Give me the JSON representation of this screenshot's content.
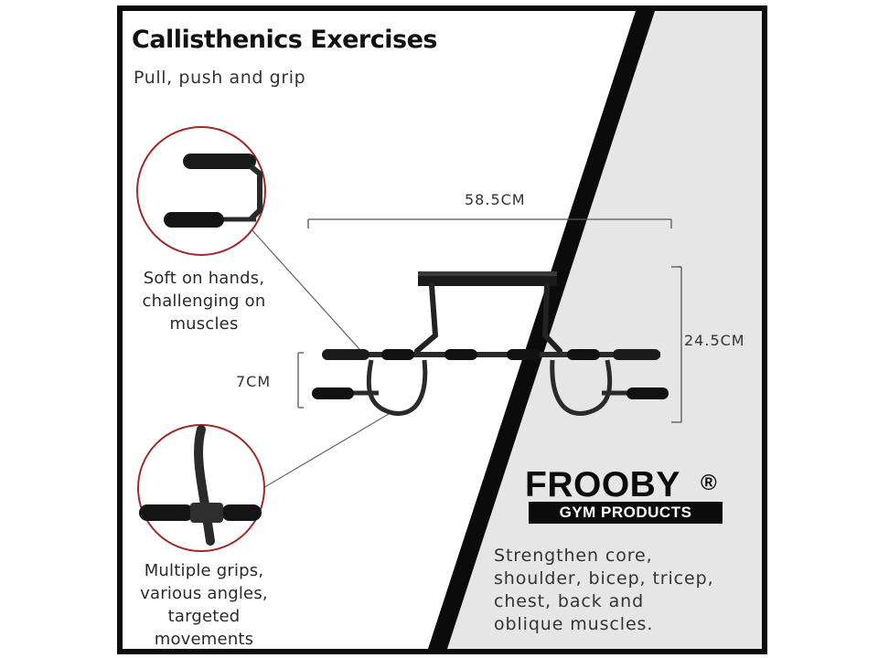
{
  "header": {
    "title": "Callisthenics Exercises",
    "subtitle": "Pull, push and grip"
  },
  "dimensions": {
    "width": "58.5CM",
    "height": "24.5CM",
    "depth": "7CM"
  },
  "callouts": {
    "top_lines": [
      "Soft on hands,",
      "challenging on",
      "muscles"
    ],
    "bottom_lines": [
      "Multiple grips,",
      "various angles,",
      "targeted",
      "movements"
    ]
  },
  "brand": {
    "name": "FROOBY",
    "registered": "®",
    "tagline": "GYM PRODUCTS"
  },
  "benefits": {
    "lines": [
      "Strengthen core,",
      "shoulder, bicep, tricep,",
      "chest, back and",
      "oblique muscles."
    ]
  },
  "colors": {
    "frame": "#0b0b0b",
    "wall": "#e6e6e6",
    "callout_ring": "#a02a2a",
    "bar_metal": "#1e1e1e",
    "foam": "#111111"
  },
  "icons": {
    "product": "doorway-pull-up-bar",
    "detail_top": "grip-handle-closeup",
    "detail_bottom": "bar-joint-closeup"
  }
}
